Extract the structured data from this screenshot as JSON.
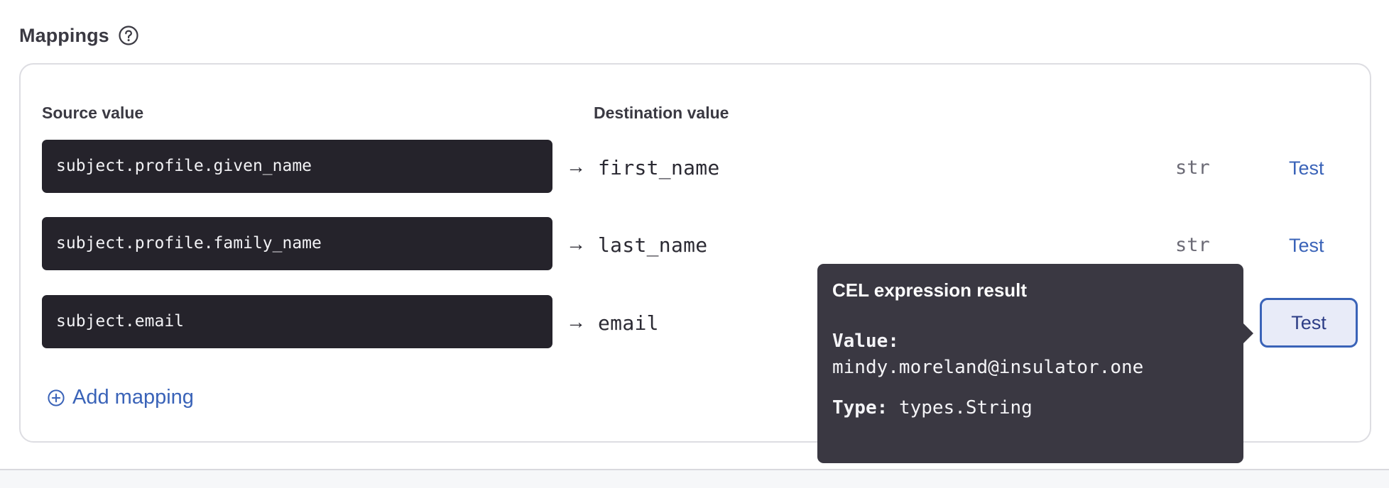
{
  "section": {
    "title": "Mappings",
    "help_icon": "question-circle-icon"
  },
  "columns": {
    "source": "Source value",
    "destination": "Destination value"
  },
  "rows": [
    {
      "source": "subject.profile.given_name",
      "arrow": "→",
      "destination": "first_name",
      "type": "str",
      "test_label": "Test"
    },
    {
      "source": "subject.profile.family_name",
      "arrow": "→",
      "destination": "last_name",
      "type": "str",
      "test_label": "Test"
    },
    {
      "source": "subject.email",
      "arrow": "→",
      "destination": "email",
      "test_label": "Test"
    }
  ],
  "add_mapping": {
    "label": "Add mapping",
    "icon": "plus-circle-icon"
  },
  "tooltip": {
    "title": "CEL expression result",
    "value_label": "Value:",
    "value": "mindy.moreland@insulator.one",
    "type_label": "Type:",
    "type_value": "types.String"
  },
  "colors": {
    "accent": "#3a63b8",
    "source_bg": "#25232b",
    "tooltip_bg": "#3a3842"
  }
}
